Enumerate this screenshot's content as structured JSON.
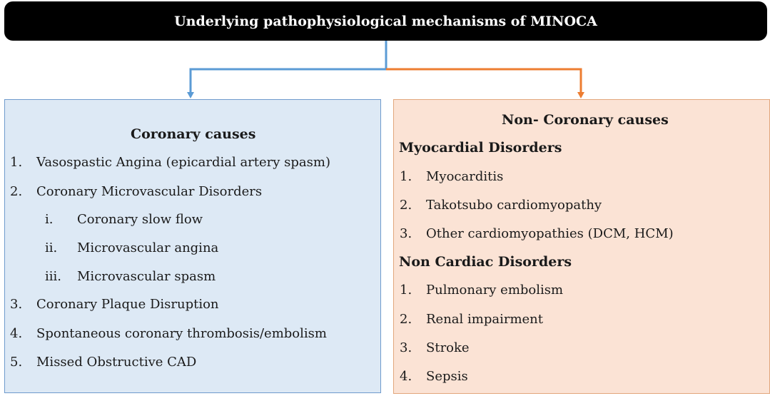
{
  "title": "Underlying pathophysiological mechanisms  of MINOCA",
  "colors": {
    "title_bg": "#000000",
    "left_line": "#5b9bd5",
    "right_line": "#ed7d31",
    "left_fill": "#dde9f5",
    "right_fill": "#fbe3d5"
  },
  "coronary": {
    "heading": "Coronary causes",
    "items": [
      {
        "num": "1.",
        "text": "Vasospastic Angina (epicardial artery spasm)"
      },
      {
        "num": "2.",
        "text": "Coronary Microvascular Disorders"
      },
      {
        "num": "i.",
        "text": "Coronary slow  flow"
      },
      {
        "num": "ii.",
        "text": "Microvascular angina"
      },
      {
        "num": "iii.",
        "text": "Microvascular spasm"
      },
      {
        "num": "3.",
        "text": " Coronary Plaque Disruption"
      },
      {
        "num": "4.",
        "text": "Spontaneous coronary thrombosis/embolism"
      },
      {
        "num": "5.",
        "text": "Missed Obstructive CAD"
      }
    ]
  },
  "non_coronary": {
    "heading": "Non- Coronary causes",
    "myocardial": {
      "heading": "Myocardial Disorders",
      "items": [
        {
          "num": "1.",
          "text": "Myocarditis"
        },
        {
          "num": "2.",
          "text": "Takotsubo cardiomyopathy"
        },
        {
          "num": "3.",
          "text": "Other cardiomyopathies (DCM, HCM)"
        }
      ]
    },
    "non_cardiac": {
      "heading": "Non Cardiac Disorders",
      "items": [
        {
          "num": "1.",
          "text": "Pulmonary embolism"
        },
        {
          "num": "2.",
          "text": "Renal impairment"
        },
        {
          "num": "3.",
          "text": "Stroke"
        },
        {
          "num": "4.",
          "text": "Sepsis"
        }
      ]
    }
  }
}
